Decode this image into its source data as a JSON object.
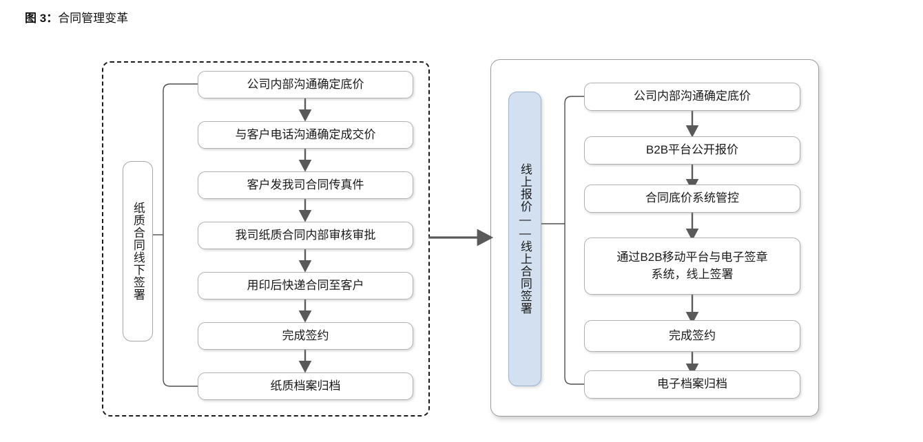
{
  "title": {
    "label": "图 3：",
    "text": "合同管理变革"
  },
  "colors": {
    "accent_blue_fill": "#d2e0f0",
    "accent_blue_border": "#9bb3cf",
    "box_border": "#b0b0b0",
    "arrow": "#595959",
    "dashed_border": "#1a1a1a",
    "panel_border": "#9a9a9a",
    "text": "#1a1a1a"
  },
  "before": {
    "container_style": "dashed",
    "category_label": "纸质合同线下签署",
    "steps": [
      "公司内部沟通确定底价",
      "与客户电话沟通确定成交价",
      "客户发我司合同传真件",
      "我司纸质合同内部审核审批",
      "用印后快递合同至客户",
      "完成签约",
      "纸质档案归档"
    ]
  },
  "after": {
    "container_style": "solid",
    "category_label": "线上报价——线上合同签署",
    "steps": [
      "公司内部沟通确定底价",
      "B2B平台公开报价",
      "合同底价系统管控",
      "通过B2B移动平台与电子签章\n系统，线上签署",
      "完成签约",
      "电子档案归档"
    ]
  },
  "transition": {
    "icon": "right-arrow-icon"
  }
}
